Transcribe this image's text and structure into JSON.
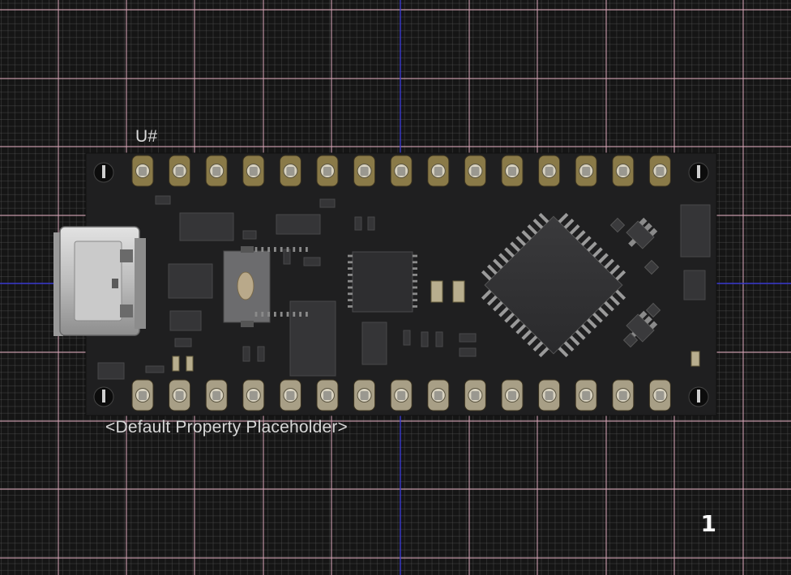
{
  "canvas": {
    "background_color": "#151515",
    "major_grid_color": "#d9a6b8",
    "axis_color": "#3a3ad0",
    "minor_grid_color": "#2e2e2e"
  },
  "component": {
    "designator": "U#",
    "comment": "<Default Property Placeholder>",
    "board_color": "#1f1f20",
    "pad_color_top": "#8a7a48",
    "pad_color_bottom": "#a89f86",
    "pins_per_row": 15,
    "usb_connector_icon": "usb-c-receptacle-icon",
    "mcu_package": "QFP-44 (chip-icon)",
    "qfn_package": "QFN (chip-icon)"
  },
  "page_indicator": "1"
}
